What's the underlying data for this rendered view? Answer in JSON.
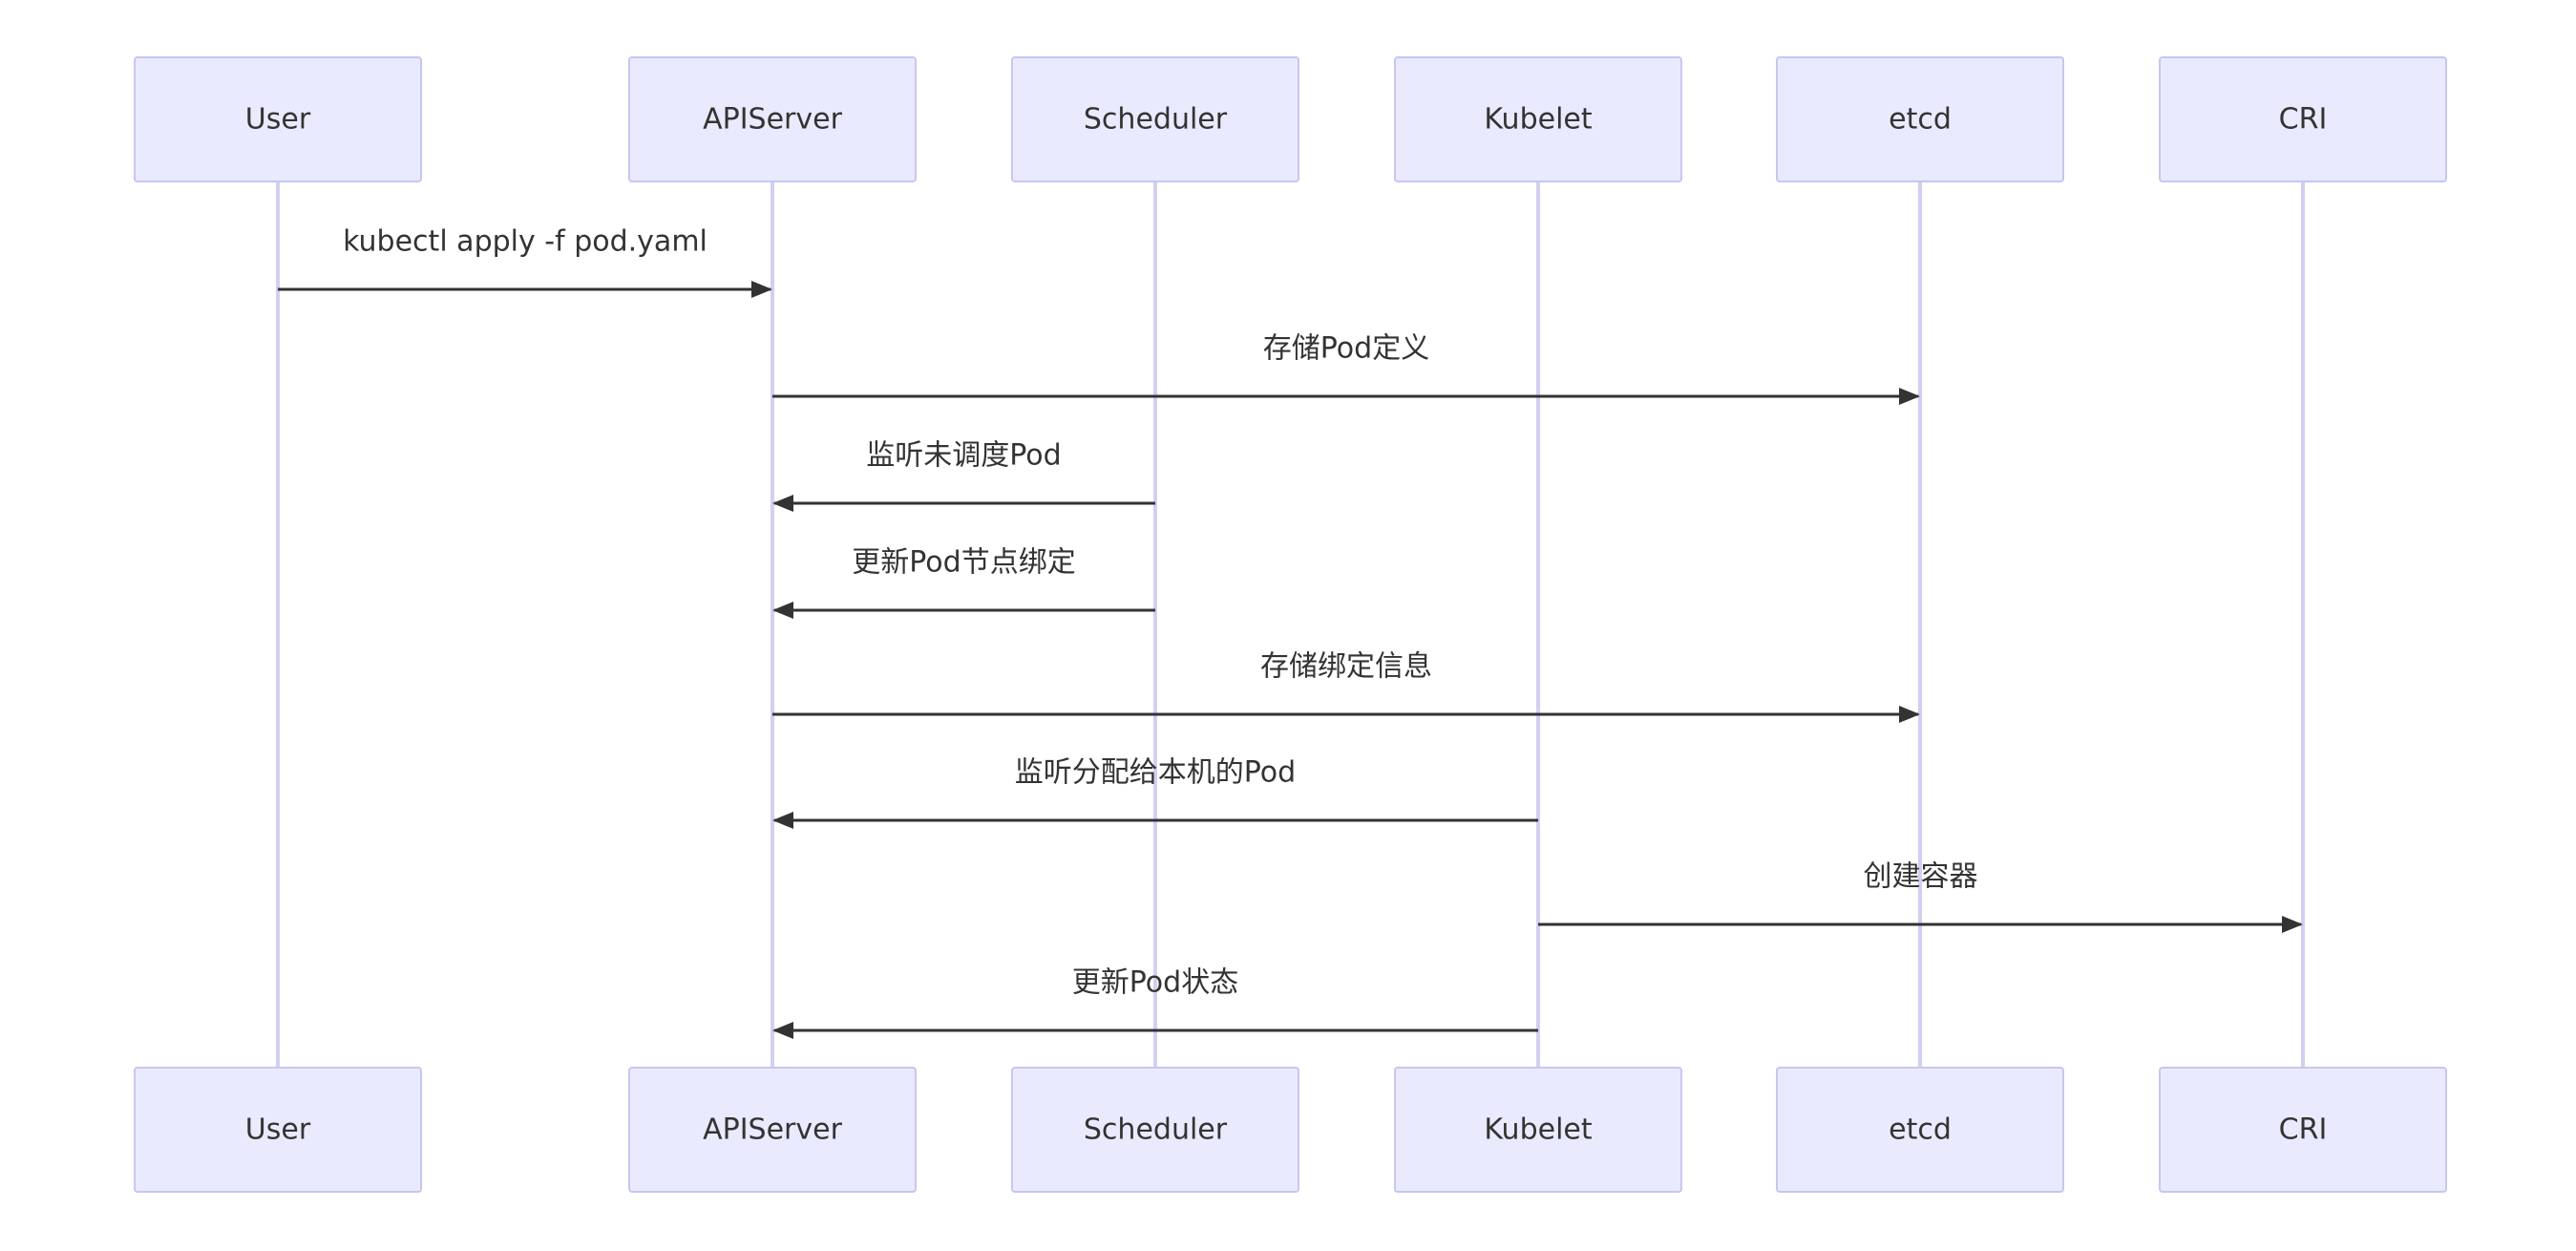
{
  "diagram": {
    "type": "sequence",
    "colors": {
      "actor_fill": "#eaeaff",
      "actor_border": "#c9c5f0",
      "lifeline": "#d3cff2",
      "message": "#333333",
      "text": "#333333"
    },
    "actors": [
      {
        "id": "user",
        "label": "User"
      },
      {
        "id": "apiserver",
        "label": "APIServer"
      },
      {
        "id": "scheduler",
        "label": "Scheduler"
      },
      {
        "id": "kubelet",
        "label": "Kubelet"
      },
      {
        "id": "etcd",
        "label": "etcd"
      },
      {
        "id": "cri",
        "label": "CRI"
      }
    ],
    "messages": [
      {
        "from": "user",
        "to": "apiserver",
        "label": "kubectl apply -f pod.yaml"
      },
      {
        "from": "apiserver",
        "to": "etcd",
        "label": "存储Pod定义"
      },
      {
        "from": "scheduler",
        "to": "apiserver",
        "label": "监听未调度Pod"
      },
      {
        "from": "scheduler",
        "to": "apiserver",
        "label": "更新Pod节点绑定"
      },
      {
        "from": "apiserver",
        "to": "etcd",
        "label": "存储绑定信息"
      },
      {
        "from": "kubelet",
        "to": "apiserver",
        "label": "监听分配给本机的Pod"
      },
      {
        "from": "kubelet",
        "to": "cri",
        "label": "创建容器"
      },
      {
        "from": "kubelet",
        "to": "apiserver",
        "label": "更新Pod状态"
      }
    ]
  }
}
